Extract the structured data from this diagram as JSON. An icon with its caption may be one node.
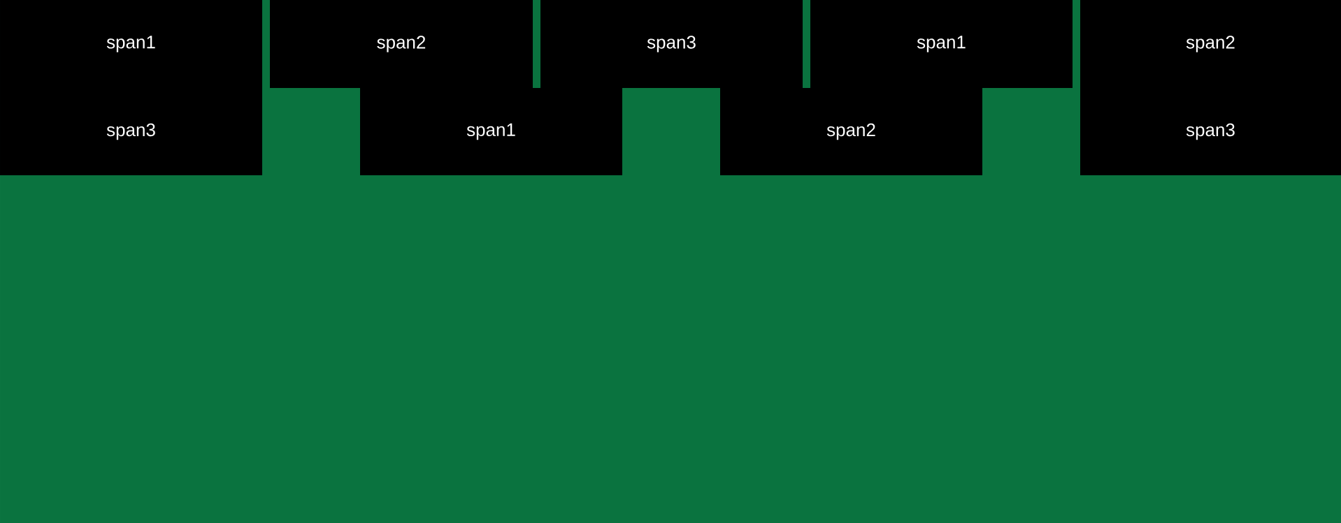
{
  "diagram": {
    "nodes": [
      {
        "text": [
          "span1"
        ]
      },
      {
        "text": [
          "span2"
        ]
      },
      {
        "text": [
          "span3"
        ]
      },
      {
        "text": [
          "span1"
        ]
      },
      {
        "text": [
          "span2"
        ]
      },
      {
        "text": [
          "span3"
        ]
      },
      {
        "text": [
          "span1"
        ]
      },
      {
        "text": [
          "span2"
        ]
      },
      {
        "text": [
          "span3"
        ]
      }
    ]
  }
}
